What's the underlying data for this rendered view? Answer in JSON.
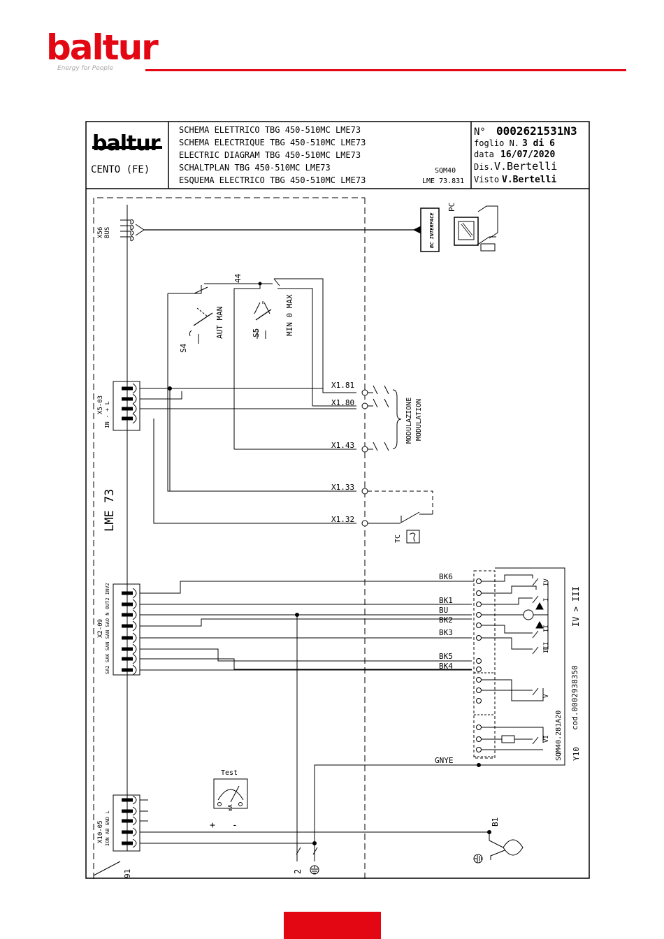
{
  "brand": {
    "logo": "baltur",
    "tagline": "Energy for People",
    "color": "#e30613"
  },
  "titleblock": {
    "logo": "baltur",
    "city": "CENTO (FE)",
    "titles": [
      "SCHEMA ELETTRICO TBG 450-510MC LME73",
      "SCHEMA ELECTRIQUE TBG 450-510MC LME73",
      "ELECTRIC DIAGRAM TBG 450-510MC LME73",
      "SCHALTPLAN TBG 450-510MC LME73",
      "ESQUEMA ELECTRICO TBG 450-510MC LME73"
    ],
    "device_a": "SQM40",
    "device_b": "LME 73.831",
    "number_label": "N°",
    "number": "0002621531N3",
    "sheet_label": "foglio N.",
    "sheet": "3 di 6",
    "date_label": "data",
    "date": "16/07/2020",
    "drawn_label": "Dis.",
    "drawn": "V.Bertelli",
    "checked_label": "Visto",
    "checked": "V.Bertelli"
  },
  "labels": {
    "pc": "PC",
    "bus_interface": "BC INTERFACE",
    "x56": "X56",
    "bus": "BUS",
    "n44": "44",
    "aut_man": "AUT MAN",
    "min_max": "MIN 0 MAX",
    "s4": "S4",
    "s5": "S5",
    "x5_03": "X5-03",
    "x5_pins": "IN  -  +  L",
    "x181": "X1.81",
    "x180": "X1.80",
    "x143": "X1.43",
    "x133": "X1.33",
    "x132": "X1.32",
    "modulazione": "MODULAZIONE",
    "modulation": "MODULATION",
    "lme73": "LME 73",
    "tc": "TC",
    "x2_09": "X2-09",
    "x2_pins": "SA2 SAK SAN SAN SAO N OUT2 INV2",
    "bk6": "BK6",
    "bk1": "BK1",
    "bu": "BU",
    "bk2": "BK2",
    "bk3": "BK3",
    "bk5": "BK5",
    "bk4": "BK4",
    "iv_iii": "IV > III",
    "cod": "cod.0002938350",
    "sqm_model": "SQM40.281A20",
    "y10": "Y10",
    "gnye": "GNYE",
    "test": "Test",
    "plus": "+",
    "minus": "-",
    "ma": "mA",
    "x10_05": "X10-05",
    "x10_pins": "ION  AB  GND  L",
    "b1": "B1",
    "n2": "2",
    "n91": "91",
    "roman_I": "I",
    "roman_II": "II",
    "roman_III": "III",
    "roman_IV": "IV",
    "roman_V": "V",
    "roman_VI": "VI"
  }
}
